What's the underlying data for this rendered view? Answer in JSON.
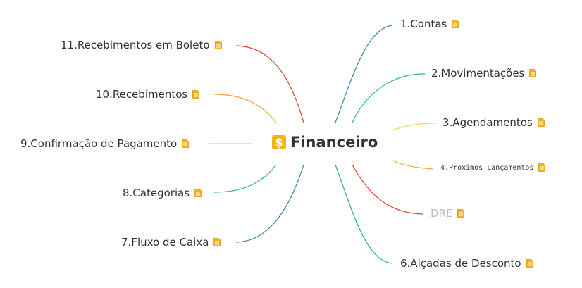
{
  "root": {
    "label": "Financeiro",
    "icon": "dollar-icon",
    "icon_glyph": "$",
    "icon_color": "#f1b51c"
  },
  "note_icon_color": "#f1b51c",
  "branches_right": [
    {
      "label": "1.Contas",
      "color": "#2b8aa0"
    },
    {
      "label": "2.Movimentações",
      "color": "#2bb39b"
    },
    {
      "label": "3.Agendamentos",
      "color": "#f5d63a"
    },
    {
      "label": "4.Proximos Lançamentos",
      "color": "#f0a02c"
    },
    {
      "label": "DRE",
      "color": "#e23b2e"
    },
    {
      "label": "6.Alçadas de Desconto",
      "color": "#27b06a"
    }
  ],
  "branches_left": [
    {
      "label": "11.Recebimentos em Boleto",
      "color": "#e23b2e"
    },
    {
      "label": "10.Recebimentos",
      "color": "#f0a02c"
    },
    {
      "label": "9.Confirmação de Pagamento",
      "color": "#f5d63a"
    },
    {
      "label": "8.Categorias",
      "color": "#2bb39b"
    },
    {
      "label": "7.Fluxo de Caixa",
      "color": "#2b8aa0"
    }
  ]
}
